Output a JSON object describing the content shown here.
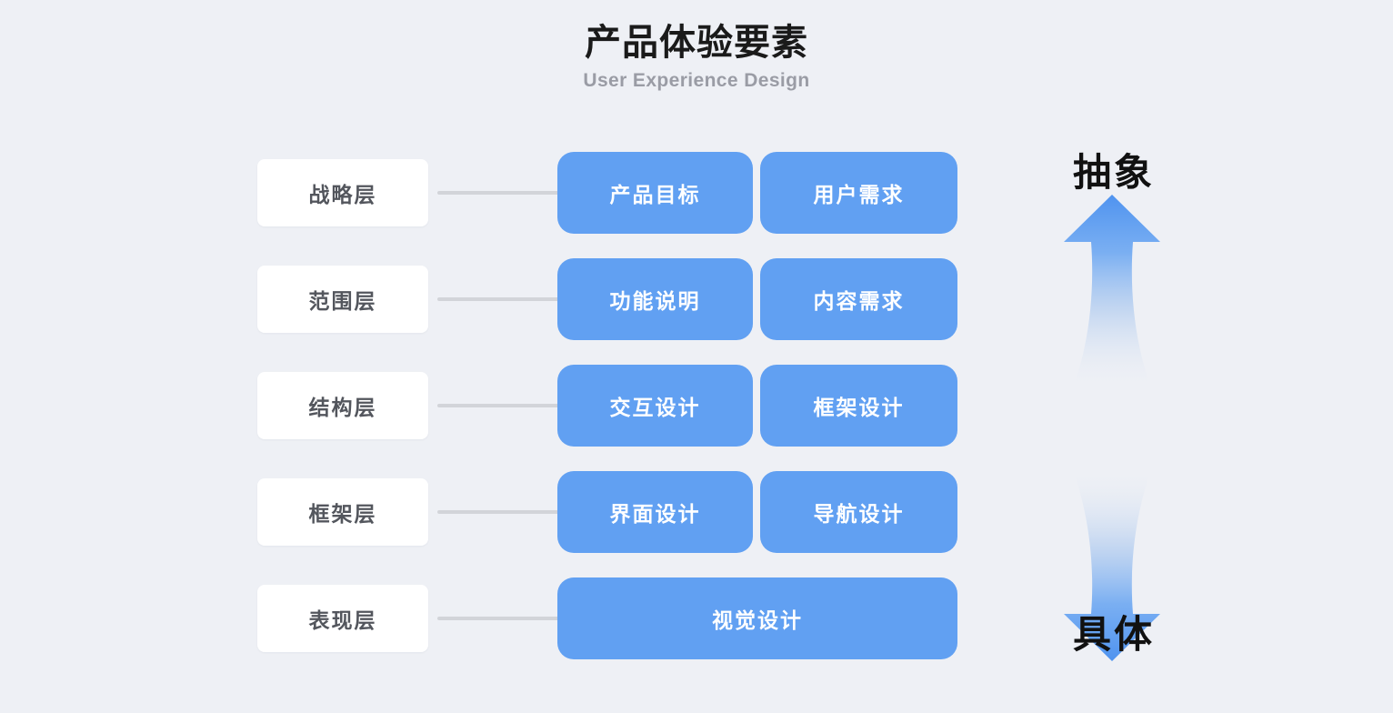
{
  "header": {
    "title": "产品体验要素",
    "subtitle": "User Experience Design"
  },
  "colors": {
    "background": "#eef0f5",
    "card_blue": "#61a0f2",
    "card_white": "#ffffff",
    "connector_gray": "#d2d4d9",
    "title_black": "#1a1a1a",
    "subtitle_gray": "#9a9ca5",
    "layer_text_gray": "#53565d",
    "arrow_blue": "#5b9cf0"
  },
  "axis": {
    "top_label": "抽象",
    "bottom_label": "具体",
    "up_arrow_icon": "arrow-up-icon",
    "down_arrow_icon": "arrow-down-icon"
  },
  "rows": [
    {
      "layer": "战略层",
      "elements": [
        "产品目标",
        "用户需求"
      ]
    },
    {
      "layer": "范围层",
      "elements": [
        "功能说明",
        "内容需求"
      ]
    },
    {
      "layer": "结构层",
      "elements": [
        "交互设计",
        "框架设计"
      ]
    },
    {
      "layer": "框架层",
      "elements": [
        "界面设计",
        "导航设计"
      ]
    },
    {
      "layer": "表现层",
      "elements": [
        "视觉设计"
      ]
    }
  ]
}
